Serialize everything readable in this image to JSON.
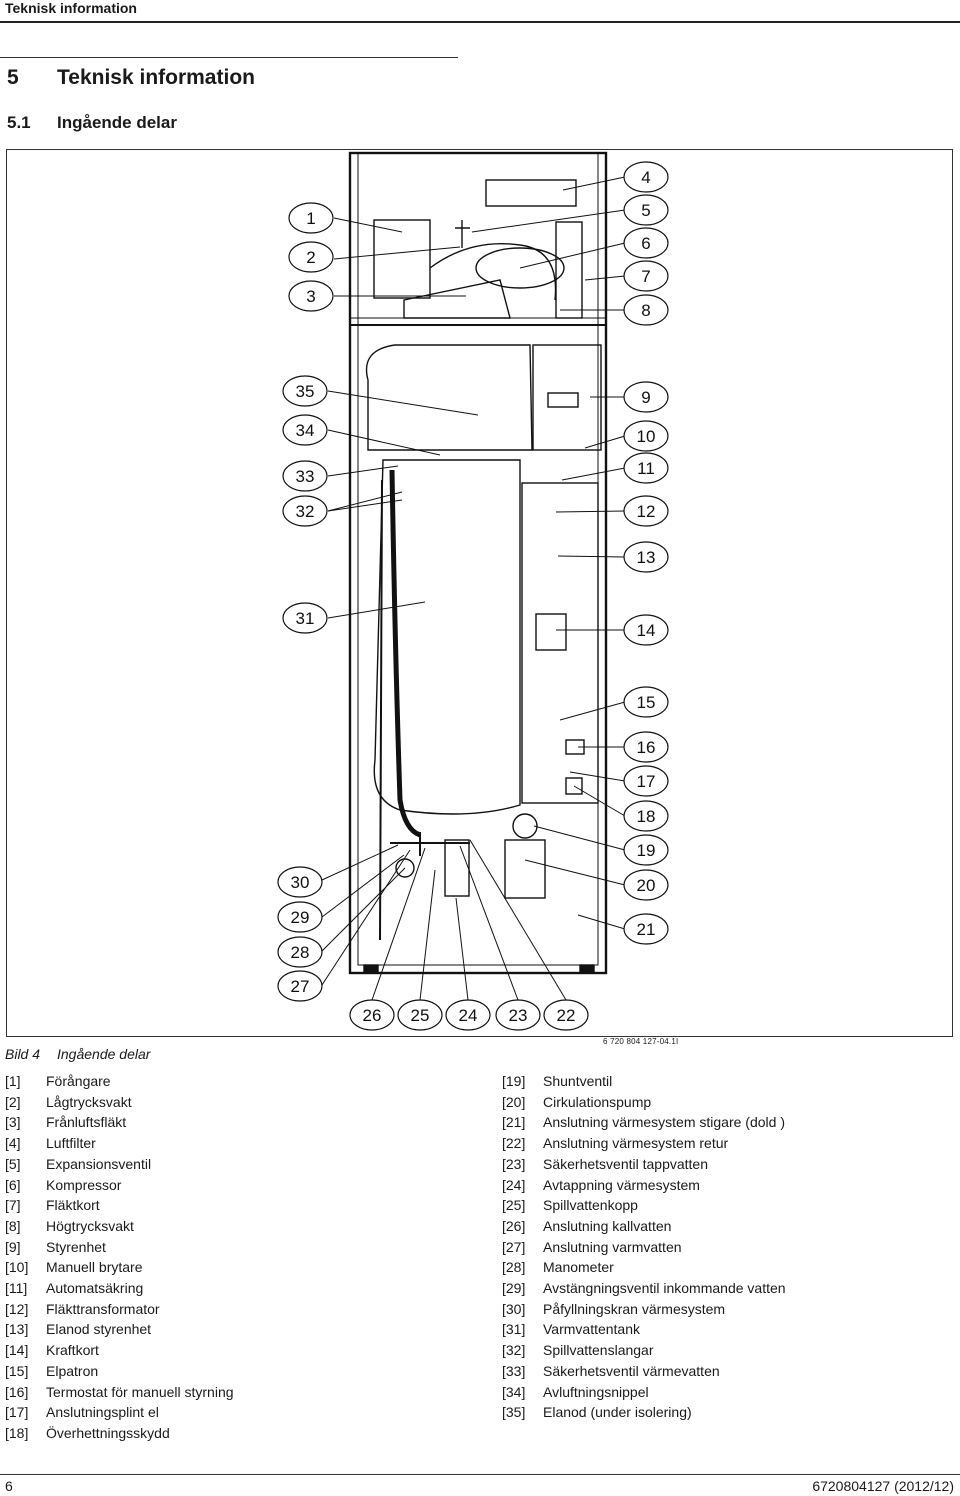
{
  "header": {
    "title": "Teknisk information"
  },
  "section": {
    "number": "5",
    "title": "Teknisk information"
  },
  "subsection": {
    "number": "5.1",
    "title": "Ingående delar"
  },
  "figure": {
    "code": "6 720 804 127-04.1I",
    "caption_label": "Bild 4",
    "caption_text": "Ingående delar",
    "callouts_right": [
      "4",
      "5",
      "6",
      "7",
      "8",
      "9",
      "10",
      "11",
      "12",
      "13",
      "14",
      "15",
      "16",
      "17",
      "18",
      "19",
      "20",
      "21"
    ],
    "callouts_left": [
      "1",
      "2",
      "3",
      "35",
      "34",
      "33",
      "32",
      "31",
      "30",
      "29",
      "28",
      "27"
    ],
    "callouts_bottom": [
      "26",
      "25",
      "24",
      "23",
      "22"
    ]
  },
  "legend_left": [
    {
      "key": "[1]",
      "text": "Förångare"
    },
    {
      "key": "[2]",
      "text": "Lågtrycksvakt"
    },
    {
      "key": "[3]",
      "text": "Frånluftsfläkt"
    },
    {
      "key": "[4]",
      "text": "Luftfilter"
    },
    {
      "key": "[5]",
      "text": "Expansionsventil"
    },
    {
      "key": "[6]",
      "text": "Kompressor"
    },
    {
      "key": "[7]",
      "text": "Fläktkort"
    },
    {
      "key": "[8]",
      "text": "Högtrycksvakt"
    },
    {
      "key": "[9]",
      "text": "Styrenhet"
    },
    {
      "key": "[10]",
      "text": "Manuell brytare"
    },
    {
      "key": "[11]",
      "text": "Automatsäkring"
    },
    {
      "key": "[12]",
      "text": "Fläkttransformator"
    },
    {
      "key": "[13]",
      "text": "Elanod styrenhet"
    },
    {
      "key": "[14]",
      "text": "Kraftkort"
    },
    {
      "key": "[15]",
      "text": "Elpatron"
    },
    {
      "key": "[16]",
      "text": "Termostat för manuell styrning"
    },
    {
      "key": "[17]",
      "text": "Anslutningsplint el"
    },
    {
      "key": "[18]",
      "text": "Överhettningsskydd"
    }
  ],
  "legend_right": [
    {
      "key": "[19]",
      "text": "Shuntventil"
    },
    {
      "key": "[20]",
      "text": "Cirkulationspump"
    },
    {
      "key": "[21]",
      "text": "Anslutning värmesystem stigare (dold )"
    },
    {
      "key": "[22]",
      "text": "Anslutning värmesystem retur"
    },
    {
      "key": "[23]",
      "text": "Säkerhetsventil tappvatten"
    },
    {
      "key": "[24]",
      "text": "Avtappning värmesystem"
    },
    {
      "key": "[25]",
      "text": "Spillvattenkopp"
    },
    {
      "key": "[26]",
      "text": "Anslutning kallvatten"
    },
    {
      "key": "[27]",
      "text": "Anslutning varmvatten"
    },
    {
      "key": "[28]",
      "text": "Manometer"
    },
    {
      "key": "[29]",
      "text": "Avstängningsventil inkommande vatten"
    },
    {
      "key": "[30]",
      "text": "Påfyllningskran värmesystem"
    },
    {
      "key": "[31]",
      "text": "Varmvattentank"
    },
    {
      "key": "[32]",
      "text": "Spillvattenslangar"
    },
    {
      "key": "[33]",
      "text": "Säkerhetsventil värmevatten"
    },
    {
      "key": "[34]",
      "text": "Avluftningsnippel"
    },
    {
      "key": "[35]",
      "text": "Elanod (under isolering)"
    }
  ],
  "footer": {
    "page": "6",
    "doc": "6720804127 (2012/12)"
  }
}
